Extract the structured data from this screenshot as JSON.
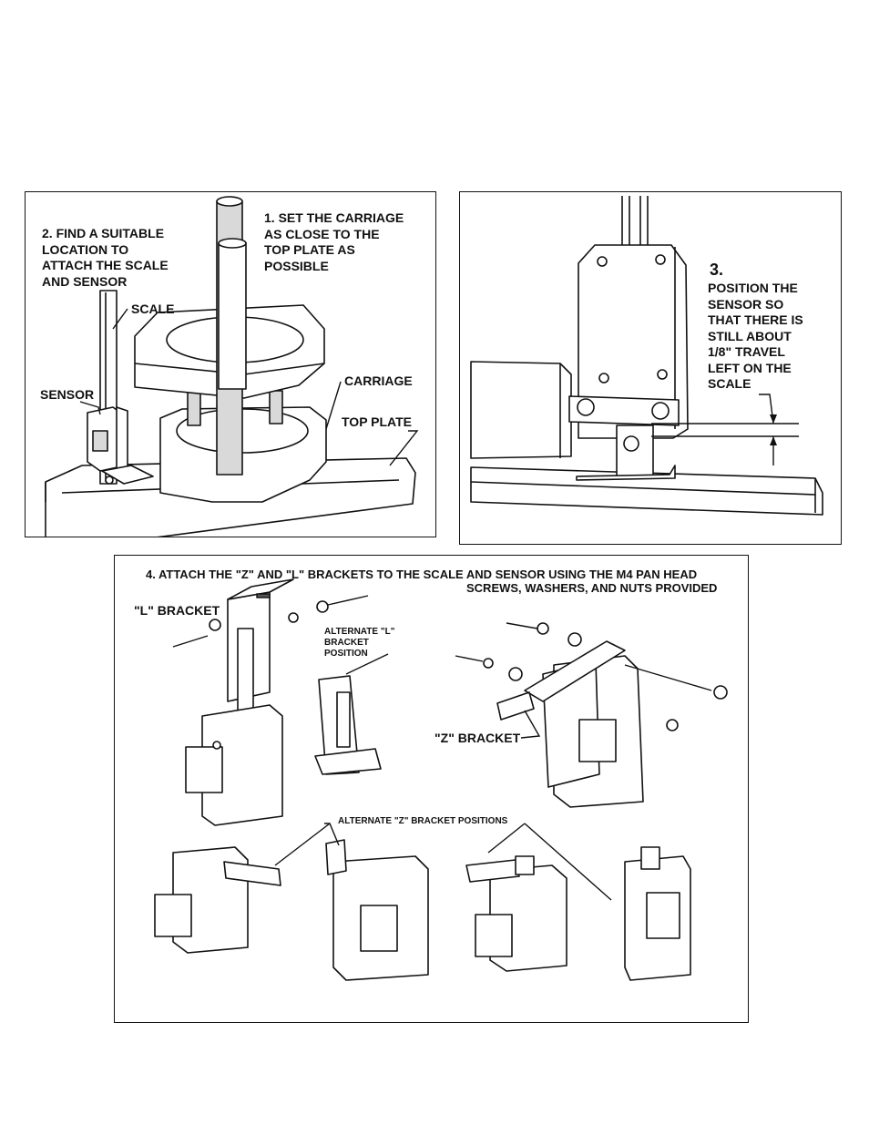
{
  "panel1": {
    "step1": "1.  SET THE CARRIAGE\n     AS CLOSE TO THE\n     TOP PLATE AS\n     POSSIBLE",
    "step2": "2. FIND A SUITABLE\n    LOCATION TO\n    ATTACH THE SCALE\n    AND SENSOR",
    "scale_label": "SCALE",
    "sensor_label": "SENSOR",
    "carriage_label": "CARRIAGE",
    "top_plate_label": "TOP PLATE"
  },
  "panel2": {
    "step3_number": "3.",
    "step3_text": "POSITION THE\nSENSOR SO\nTHAT THERE IS\nSTILL ABOUT\n1/8\" TRAVEL\nLEFT ON THE\nSCALE"
  },
  "panel3": {
    "step4_line1": "4.  ATTACH THE \"Z\" AND \"L\" BRACKETS TO THE SCALE AND SENSOR USING THE M4 PAN HEAD",
    "step4_line2": "SCREWS, WASHERS, AND NUTS PROVIDED",
    "l_bracket_label": "\"L\" BRACKET",
    "alt_l_label": "ALTERNATE \"L\"\nBRACKET\nPOSITION",
    "z_bracket_label": "\"Z\" BRACKET",
    "alt_z_label": "ALTERNATE \"Z\" BRACKET POSITIONS"
  }
}
